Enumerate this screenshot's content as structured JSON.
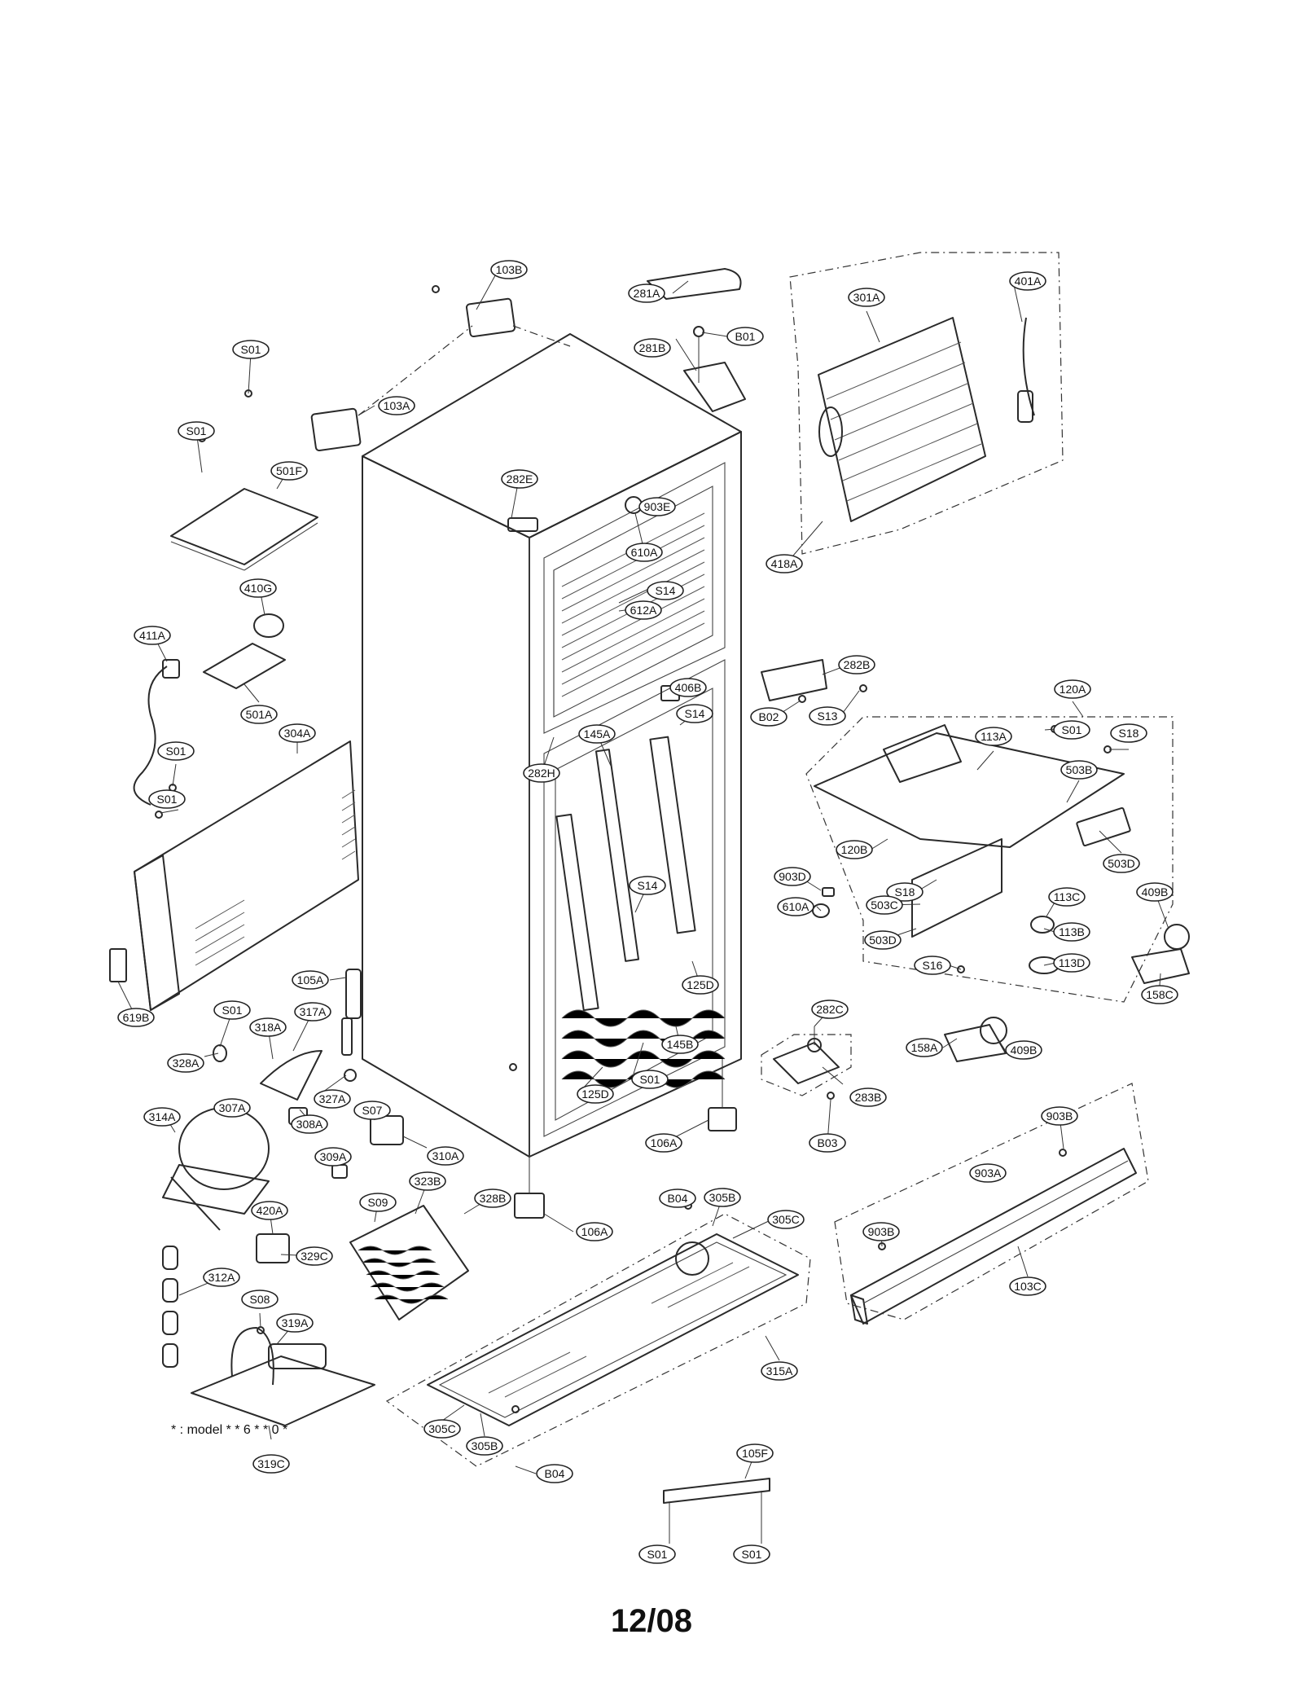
{
  "labels": [
    "103B",
    "281A",
    "301A",
    "401A",
    "S01",
    "B01",
    "281B",
    "103A",
    "S01",
    "501F",
    "282E",
    "903E",
    "610A",
    "418A",
    "410G",
    "S14",
    "612A",
    "411A",
    "282B",
    "501A",
    "406B",
    "B02",
    "S13",
    "120A",
    "304A",
    "S14",
    "145A",
    "S01",
    "113A",
    "S18",
    "S01",
    "282H",
    "503B",
    "S01",
    "503D",
    "120B",
    "S18",
    "S14",
    "903D",
    "610A",
    "503C",
    "113C",
    "409B",
    "503D",
    "113B",
    "S16",
    "113D",
    "158C",
    "105A",
    "125D",
    "619B",
    "S01",
    "317A",
    "282C",
    "318A",
    "158A",
    "409B",
    "145B",
    "328A",
    "S01",
    "125D",
    "283B",
    "327A",
    "S07",
    "314A",
    "307A",
    "308A",
    "310A",
    "106A",
    "B03",
    "309A",
    "903B",
    "903A",
    "B04",
    "328B",
    "S09",
    "323B",
    "305B",
    "305C",
    "106A",
    "420A",
    "903B",
    "329C",
    "312A",
    "S08",
    "319A",
    "103C",
    "315A",
    "105F",
    "305C",
    "305B",
    "319C",
    "B04",
    "S01",
    "S01"
  ],
  "footnote": "* : model * * 6 * * 0 *",
  "footer": "12/08"
}
